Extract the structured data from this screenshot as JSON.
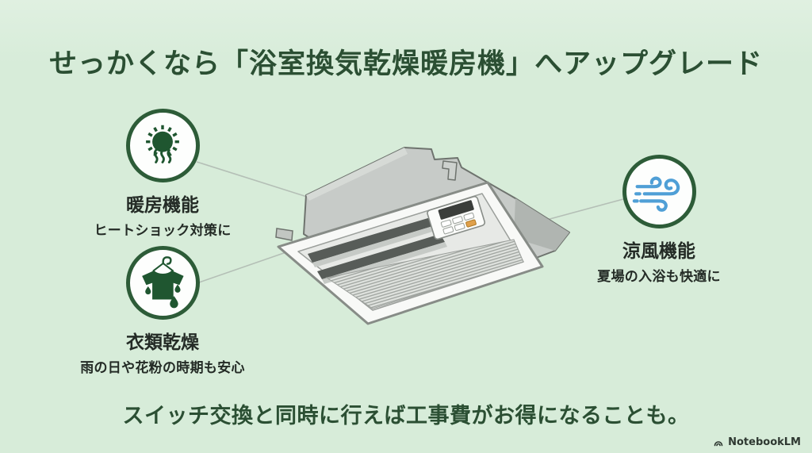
{
  "slide": {
    "title": "せっかくなら「浴室換気乾燥暖房機」へアップグレード",
    "footer_note": "スイッチ交換と同時に行えば工事費がお得になることも。",
    "watermark": "NotebookLM"
  },
  "features": [
    {
      "label": "暖房機能",
      "subtitle": "ヒートショック対策に",
      "icon": "sun-heat-icon"
    },
    {
      "label": "衣類乾燥",
      "subtitle": "雨の日や花粉の時期も安心",
      "icon": "shirt-drying-icon"
    },
    {
      "label": "涼風機能",
      "subtitle": "夏場の入浴も快適に",
      "icon": "wind-icon"
    }
  ],
  "illustration": {
    "subject": "ceiling-mounted bathroom ventilation dryer heater unit"
  },
  "colors": {
    "background": "#d8ecda",
    "accent_green": "#2b4f33",
    "icon_ring_green": "#2d5c38",
    "icon_glyph_green": "#1f5630",
    "wind_blue": "#4f9fd6",
    "text_dark": "#242b26",
    "connector_gray": "#b4bfb6",
    "unit_gray": "#c7cbc8",
    "control_button_orange": "#e0a04b"
  }
}
